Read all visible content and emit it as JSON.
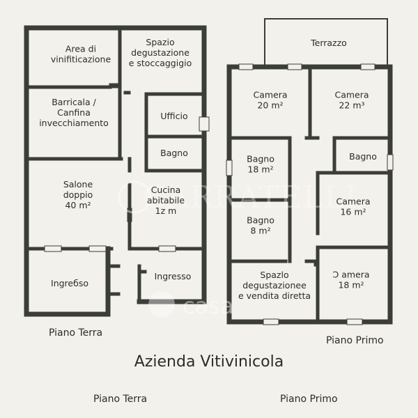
{
  "ground_floor": {
    "rooms": [
      {
        "lines": [
          "Area di",
          "vinifiticazione"
        ]
      },
      {
        "lines": [
          "Spazio",
          "degustazione",
          "e stoccaggigio"
        ]
      },
      {
        "lines": [
          "Barricala /",
          "Canfina",
          "invecchiamento"
        ]
      },
      {
        "lines": [
          "Ufficio"
        ]
      },
      {
        "lines": [
          "Bagno"
        ]
      },
      {
        "lines": [
          "Salone",
          "doppio",
          "40 m²"
        ]
      },
      {
        "lines": [
          "Cucina",
          "abitabile",
          "1z m"
        ]
      },
      {
        "lines": [
          "Ingreбso"
        ]
      },
      {
        "lines": [
          "Ingresso"
        ]
      }
    ],
    "caption": "Piano Terra"
  },
  "first_floor": {
    "rooms": [
      {
        "lines": [
          "Terrazzo"
        ]
      },
      {
        "lines": [
          "Camera",
          "20 m²"
        ]
      },
      {
        "lines": [
          "Camera",
          "22 m³"
        ]
      },
      {
        "lines": [
          "Bagno",
          "18 m²"
        ]
      },
      {
        "lines": [
          "Bagno"
        ]
      },
      {
        "lines": [
          "Bagno",
          "8 m²"
        ]
      },
      {
        "lines": [
          "Camera",
          "16 m²"
        ]
      },
      {
        "lines": [
          "Spazlo",
          "degustazionee",
          "e vendita diretta"
        ]
      },
      {
        "lines": [
          "Ͻ amera",
          "18 m²"
        ]
      }
    ],
    "caption": "Piano Primo"
  },
  "title": "Azienda Vitivinicola",
  "bottom_captions": {
    "left": "Piano Terra",
    "right": "Piano Primo"
  },
  "watermarks": {
    "brand": "CARRATELLI",
    "portal": "casa"
  },
  "colors": {
    "wall": "#3b3d38",
    "background": "#f3f1eb"
  }
}
